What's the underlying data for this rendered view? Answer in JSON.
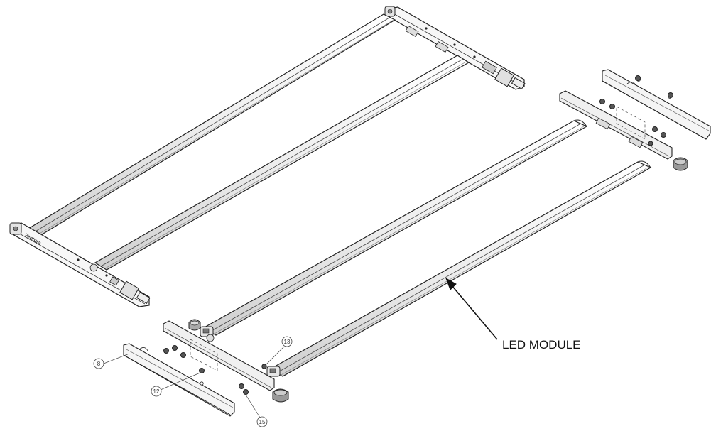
{
  "diagram": {
    "led_label": "LED MODULE",
    "brand_mark": "Ventura",
    "callouts": [
      {
        "id": "c8",
        "text": "8"
      },
      {
        "id": "c12",
        "text": "12"
      },
      {
        "id": "c13",
        "text": "13"
      },
      {
        "id": "c15",
        "text": "15"
      }
    ]
  },
  "colors": {
    "line": "#222222",
    "bar_fill": "#f4f4f4",
    "shade": "#bdbdbd",
    "dark": "#555555"
  }
}
